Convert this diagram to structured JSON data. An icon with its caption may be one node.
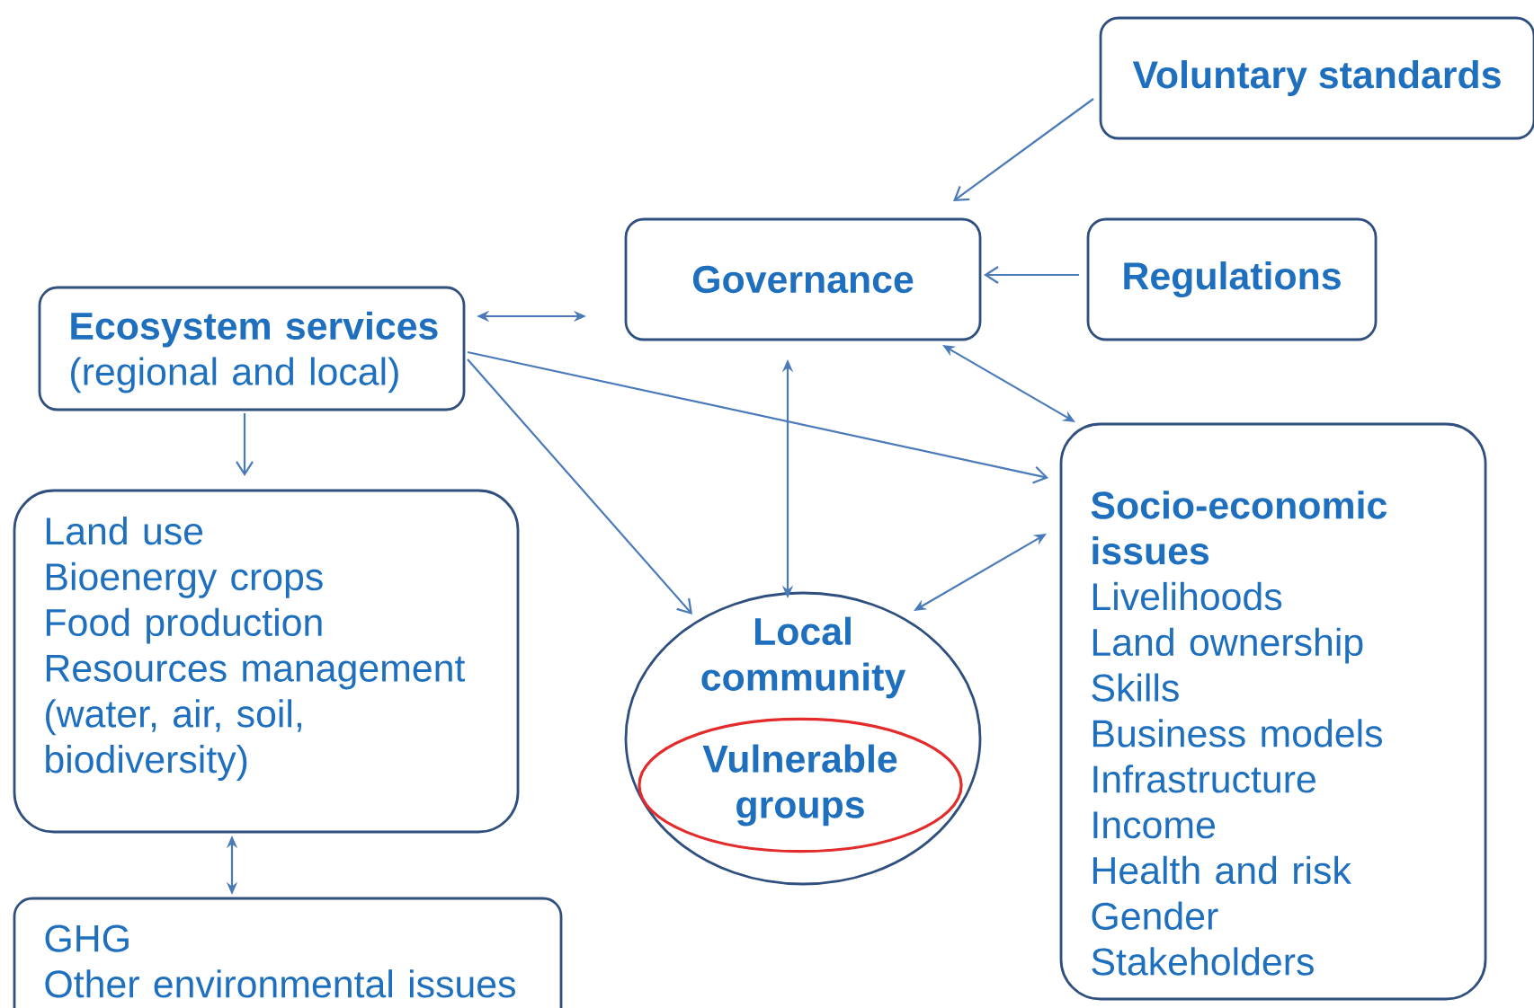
{
  "diagram": {
    "nodes": [
      {
        "text": [
          "Voluntary standards"
        ]
      },
      {
        "text": [
          "Governance"
        ]
      },
      {
        "text": [
          "Regulations"
        ]
      },
      {
        "text": [
          "Ecosystem services",
          "(regional and local)"
        ]
      },
      {
        "text": [
          "Land use",
          "Bioenergy crops",
          "Food production",
          "Resources management (water, air, soil, biodiversity)"
        ]
      },
      {
        "text": [
          "Socio-economic issues",
          "Livelihoods",
          "Land ownership",
          "Skills",
          "Business models",
          "Infrastructure",
          "Income",
          "Health and risk",
          "Gender",
          "Stakeholders"
        ]
      },
      {
        "text": [
          "Local community"
        ]
      },
      {
        "text": [
          "Vulnerable groups"
        ],
        "in": 6
      },
      {
        "text": [
          "GHG",
          "Other environmental issues"
        ]
      }
    ],
    "edges": [
      {
        "from": 0,
        "to": 1,
        "arrow": "to"
      },
      {
        "from": 2,
        "to": 1,
        "arrow": "to"
      },
      {
        "from": 3,
        "to": 1,
        "arrow": "both"
      },
      {
        "from": 3,
        "to": 4,
        "arrow": "to"
      },
      {
        "from": 3,
        "to": 6,
        "arrow": "to"
      },
      {
        "from": 3,
        "to": 5,
        "arrow": "to"
      },
      {
        "from": 1,
        "to": 5,
        "arrow": "both"
      },
      {
        "from": 1,
        "to": 6,
        "arrow": "both"
      },
      {
        "from": 5,
        "to": 6,
        "arrow": "both"
      },
      {
        "from": 4,
        "to": 8,
        "arrow": "both"
      }
    ]
  }
}
